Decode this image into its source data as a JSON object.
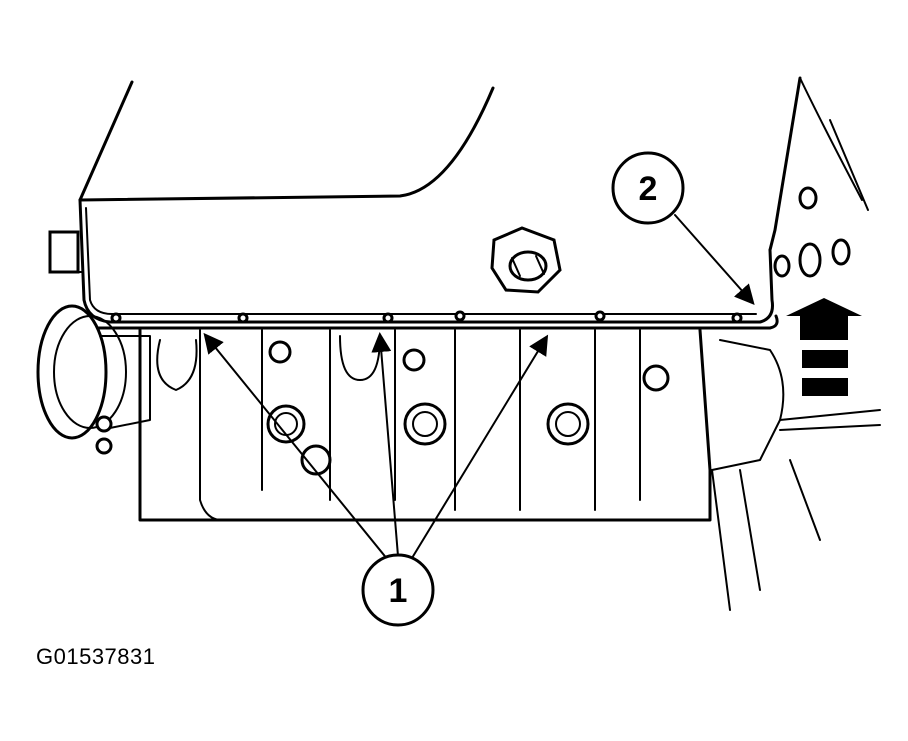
{
  "callouts": [
    {
      "label": "1"
    },
    {
      "label": "2"
    }
  ],
  "figure_id": "G01537831",
  "colors": {
    "ink": "#000000",
    "paper": "#ffffff"
  },
  "icons": {
    "direction": "arrow-up-icon"
  }
}
